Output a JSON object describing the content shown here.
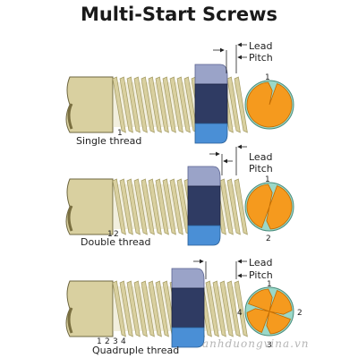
{
  "title": "Multi-Start Screws",
  "labels": {
    "lead": "Lead",
    "pitch": "Pitch"
  },
  "sections": [
    {
      "name": "Single thread",
      "starts": 1,
      "shaft_numbers": [
        "1"
      ],
      "circle_numbers": [
        "1"
      ]
    },
    {
      "name": "Double thread",
      "starts": 2,
      "shaft_numbers": [
        "1",
        "2"
      ],
      "circle_numbers": [
        "1",
        "2"
      ]
    },
    {
      "name": "Quadruple thread",
      "starts": 4,
      "shaft_numbers": [
        "1",
        "2",
        "3",
        "4"
      ],
      "circle_numbers": [
        "1",
        "2",
        "3",
        "4"
      ]
    }
  ],
  "watermark": "anhduongvina.vn",
  "colors": {
    "thread": "#d9d0a0",
    "thread_dark": "#a39a62",
    "nut_top": "#9aa3c8",
    "nut_middle": "#2f3b63",
    "nut_bottom": "#4a8fd6",
    "circle_fill": "#f59a1e",
    "circle_gap": "#9ad8c8"
  }
}
